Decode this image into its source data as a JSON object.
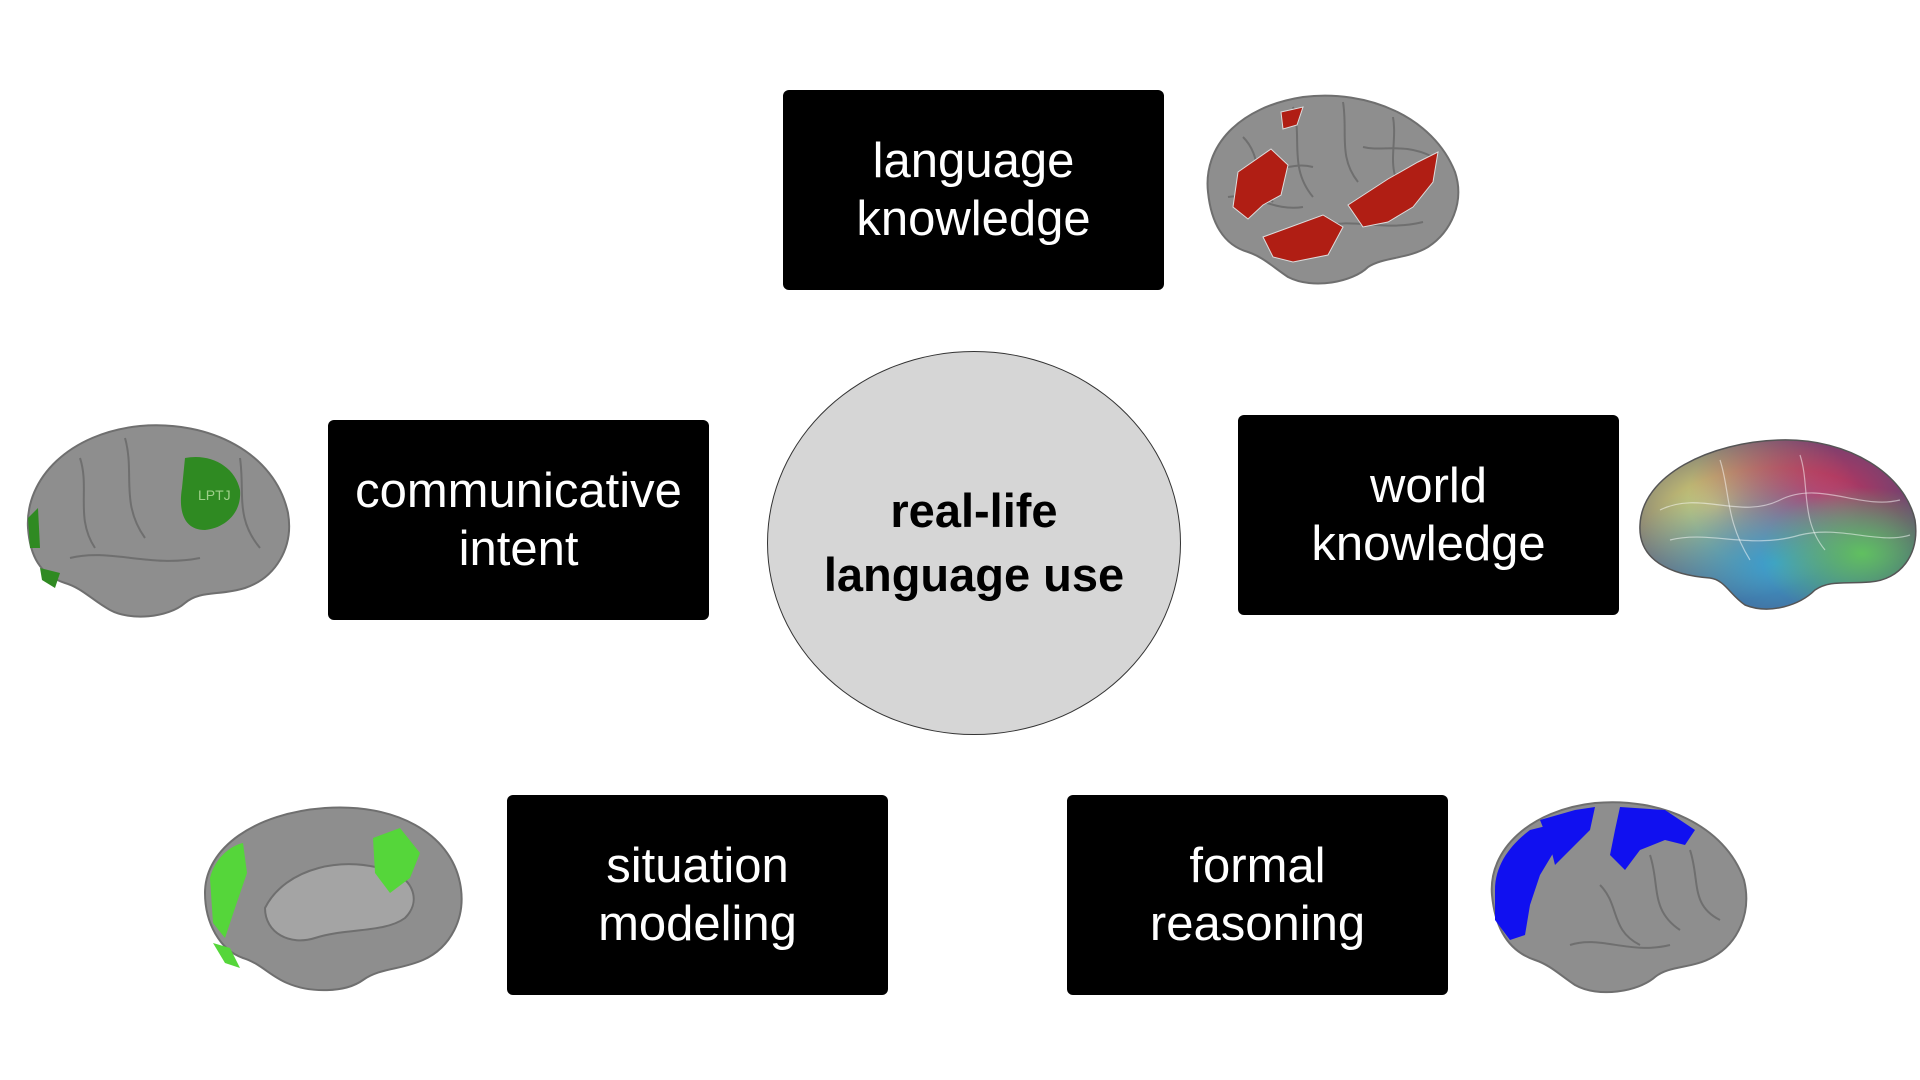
{
  "center": {
    "label": "real-life\nlanguage use",
    "color": "#d6d6d6"
  },
  "nodes": [
    {
      "id": "language-knowledge",
      "label": "language\nknowledge",
      "brain_highlight": "#b01e14"
    },
    {
      "id": "world-knowledge",
      "label": "world\nknowledge",
      "brain_highlight": "multicolor"
    },
    {
      "id": "formal-reasoning",
      "label": "formal\nreasoning",
      "brain_highlight": "#1010f0"
    },
    {
      "id": "situation-modeling",
      "label": "situation\nmodeling",
      "brain_highlight": "#55d63a"
    },
    {
      "id": "communicative-intent",
      "label": "communicative\nintent",
      "brain_highlight": "#2f8a22"
    }
  ],
  "brain_base_color": "#8e8e8e",
  "box_color": "#000000"
}
